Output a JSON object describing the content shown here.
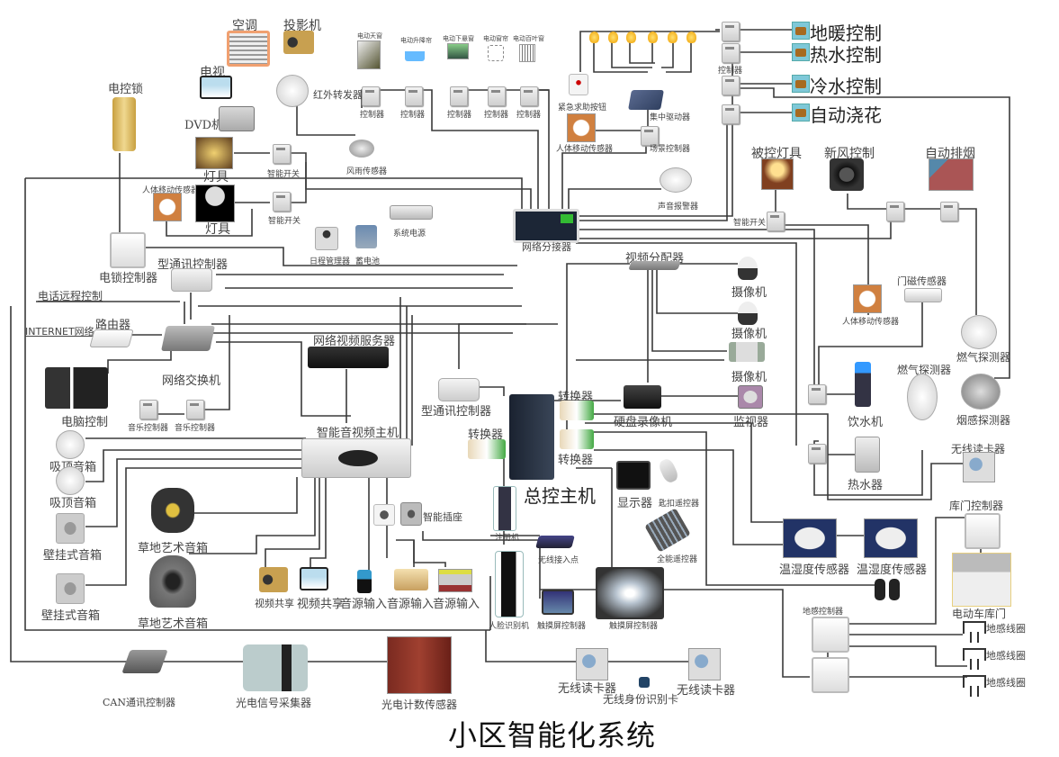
{
  "title": "小区智能化系统",
  "devices": {
    "ac": "空调",
    "projector": "投影机",
    "tv": "电视",
    "dvd": "DVD机",
    "ir_transmitter": "红外转发器",
    "electric_lock": "电控锁",
    "lamp1": "灯具",
    "lamp2": "灯具",
    "smart_switch1": "智能开关",
    "smart_switch2": "智能开关",
    "motion_sensor1": "人体移动传感器",
    "lock_controller": "电锁控制器",
    "comm_controller1": "型通讯控制器",
    "phone_remote": "电话远程控制",
    "router": "路由器",
    "internet": "INTERNET网络",
    "network_switch": "网络交换机",
    "pc": "电脑控制",
    "music_ctrl1": "音乐控制器",
    "music_ctrl2": "音乐控制器",
    "ceiling_spk1": "吸顶音箱",
    "ceiling_spk2": "吸顶音箱",
    "wall_spk1": "壁挂式音箱",
    "wall_spk2": "壁挂式音箱",
    "lawn_spk1": "草地艺术音箱",
    "lawn_spk2": "草地艺术音箱",
    "net_video_server": "网络视频服务器",
    "av_host": "智能音视频主机",
    "video_share1": "视频共享",
    "video_share2": "视频共享",
    "audio_in1": "音源输入",
    "audio_in2": "音源输入",
    "audio_in3": "音源输入",
    "smart_socket": "智能插座",
    "can_ctrl": "CAN通讯控制器",
    "photo_collector": "光电信号采集器",
    "photo_counter": "光电计数传感器",
    "window1": "电动天窗",
    "window2": "电动升降帘",
    "window3": "电动下悬窗",
    "window4": "电动窗帘",
    "window5": "电动百叶窗",
    "controller": "控制器",
    "wind_rain": "风雨传感器",
    "schedule_mgr": "日程管理器",
    "battery": "蓄电池",
    "sys_power": "系统电源",
    "net_splitter": "网络分接器",
    "emergency_btn": "紧急求助按钮",
    "central_driver": "集中驱动器",
    "motion_sensor2": "人体移动传感器",
    "scene_ctrl": "场景控制器",
    "sound_alarm": "声音报警器",
    "floor_heat": "地暖控制",
    "hot_water": "热水控制",
    "cold_water": "冷水控制",
    "auto_water": "自动浇花",
    "controlled_lamp": "被控灯具",
    "fresh_air": "新风控制",
    "auto_smoke": "自动排烟",
    "smart_switch3": "智能开关",
    "video_dist": "视频分配器",
    "camera1": "摄像机",
    "camera2": "摄像机",
    "camera3": "摄像机",
    "motion_sensor3": "人体移动传感器",
    "door_sensor": "门磁传感器",
    "gas_detector1": "燃气探测器",
    "gas_detector2": "燃气探测器",
    "smoke_detector": "烟感探测器",
    "water_dispenser": "饮水机",
    "water_heater": "热水器",
    "comm_controller2": "型通讯控制器",
    "converter1": "转换器",
    "converter2": "转换器",
    "converter3": "转换器",
    "dvr": "硬盘录像机",
    "monitor_tv": "监视器",
    "main_host": "总控主机",
    "display": "显示器",
    "keyfob": "匙扣遥控器",
    "universal_remote": "全能遥控器",
    "register": "注册机",
    "wifi_ap": "无线接入点",
    "face_recog": "人脸识别机",
    "touch_ctrl1": "触摸屏控制器",
    "touch_ctrl2": "触摸屏控制器",
    "wireless_reader1": "无线读卡器",
    "wireless_reader2": "无线读卡器",
    "wireless_reader3": "无线读卡器",
    "id_card": "无线身份识别卡",
    "temp_hum1": "温湿度传感器",
    "temp_hum2": "温湿度传感器",
    "garage_ctrl": "库门控制器",
    "garage_door": "电动车库门",
    "loop_ctrl": "地感控制器",
    "loop1": "地感线圈",
    "loop2": "地感线圈",
    "loop3": "地感线圈"
  }
}
